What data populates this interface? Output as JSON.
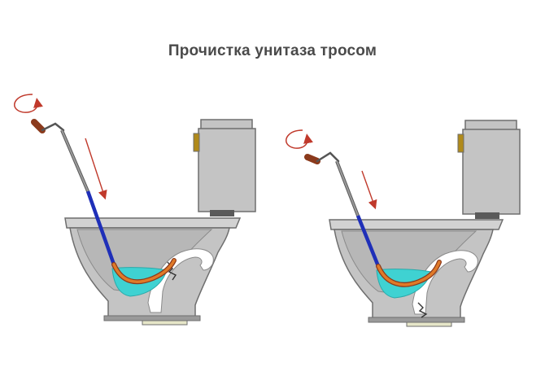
{
  "title": "Прочистка унитаза тросом",
  "colors": {
    "background": "#ffffff",
    "porcelain": "#c4c4c4",
    "porcelain_dark": "#9a9a9a",
    "outline": "#6e6e6e",
    "water": "#3fd2d2",
    "cable_blue": "#1f2fb8",
    "cable_orange": "#e07a28",
    "handle_brown": "#8b3a1c",
    "motion_arrow": "#c0392b",
    "blockage": "#ffffff"
  },
  "figures": [
    {
      "name": "toilet-with-cable-inserted",
      "stage": "cable pushed in, approaching blockage"
    },
    {
      "name": "toilet-with-cable-at-blockage",
      "stage": "cable reaches blockage in trap"
    }
  ],
  "icons": [
    "rotation-arrow-icon",
    "push-direction-arrow-icon"
  ]
}
